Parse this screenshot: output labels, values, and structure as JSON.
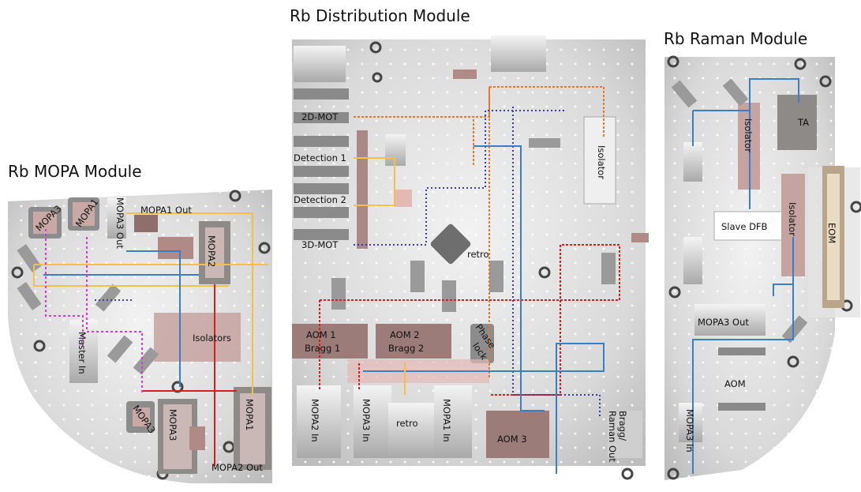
{
  "titles": {
    "distribution": "Rb Distribution Module",
    "raman": "Rb Raman Module",
    "mopa": "Rb MOPA Module"
  },
  "mopa_labels": {
    "mopa3_tl": "MOPA3",
    "mopa1_tl": "MOPA1",
    "mopa3_out": "MOPA3 Out",
    "mopa1_out": "MOPA1 Out",
    "mopa2": "MOPA2",
    "isolators": "Isolators",
    "master_in": "Master In",
    "mopa3_small": "MOPA3",
    "mopa3_block": "MOPA3",
    "mopa1_block": "MOPA1",
    "mopa2_out": "MOPA2 Out"
  },
  "dist_labels": {
    "mot2d": "2D-MOT",
    "det1": "Detection 1",
    "det2": "Detection 2",
    "mot3d": "3D-MOT",
    "isolator": "Isolator",
    "retro_top": "retro",
    "aom1_a": "AOM 1",
    "aom1_b": "Bragg 1",
    "aom2_a": "AOM 2",
    "aom2_b": "Bragg 2",
    "phase_a": "Phase",
    "phase_b": "lock",
    "mopa2_in": "MOPA2 In",
    "mopa3_in": "MOPA3 In",
    "retro_bottom": "retro",
    "mopa1_in": "MOPA1 In",
    "aom3": "AOM 3",
    "bragg_a": "Bragg/",
    "bragg_b": "Raman Out"
  },
  "raman_labels": {
    "isolator_top": "Isolator",
    "ta": "TA",
    "slave_dfb": "Slave DFB",
    "isolator_mid": "Isolator",
    "eom": "EOM",
    "mopa3_out": "MOPA3 Out",
    "aom": "AOM",
    "mopa3_in": "MOPA3 In"
  },
  "colors": {
    "blue": "#3a7fc6",
    "orange": "#e8772a",
    "red": "#d21f1f",
    "yellow": "#f2c14b",
    "magenta": "#d63ad6",
    "navy": "#3b3f9c",
    "board": "#dcdcdc",
    "component": "#b08a86"
  }
}
